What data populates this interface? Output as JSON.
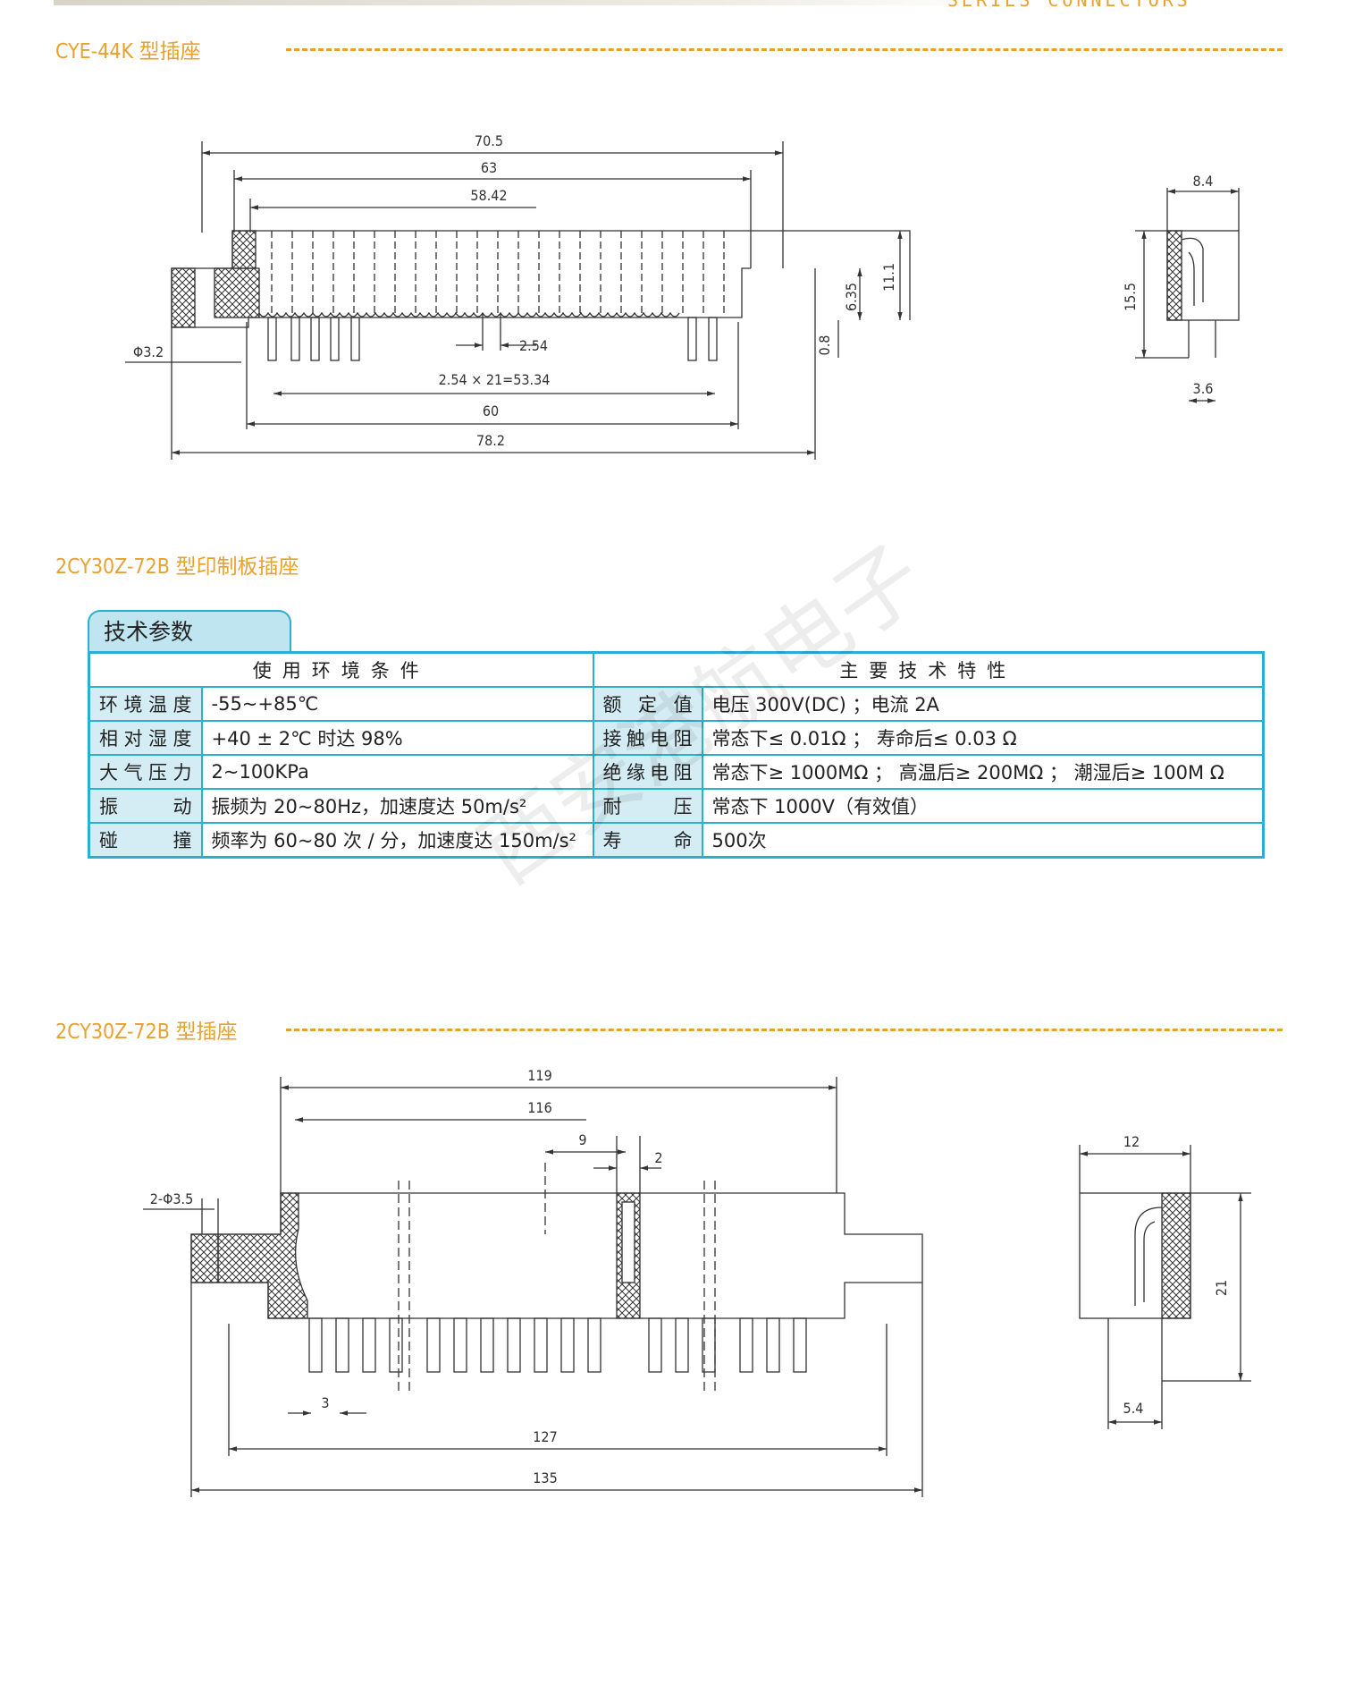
{
  "header": {
    "tag": "SERIES CONNECTORS"
  },
  "section1": {
    "title": "CYE-44K 型插座",
    "front_dims": {
      "d70_5": "70.5",
      "d63": "63",
      "d58_42": "58.42",
      "d2_54": "2.54",
      "pitch": "2.54 × 21=53.34",
      "d60": "60",
      "d78_2": "78.2",
      "phi": "Φ3.2",
      "h0_8": "0.8",
      "h6_35": "6.35",
      "h11_1": "11.1"
    },
    "side_dims": {
      "w8_4": "8.4",
      "h15_5": "15.5",
      "w3_6": "3.6"
    }
  },
  "section2": {
    "title": "2CY30Z-72B 型印制板插座",
    "spec_tab": "技术参数",
    "headers": {
      "left": "使用环境条件",
      "right": "主要技术特性"
    },
    "rows": [
      {
        "label": "环境温度",
        "value": "-55~+85℃",
        "label2": "额定值",
        "value2": "电压 300V(DC) ；电流 2A"
      },
      {
        "label": "相对湿度",
        "value": "+40 ± 2℃ 时达 98%",
        "label2": "接触电阻",
        "value2": "常态下≤ 0.01Ω ； 寿命后≤ 0.03 Ω"
      },
      {
        "label": "大气压力",
        "value": "2~100KPa",
        "label2": "绝缘电阻",
        "value2": "常态下≥ 1000MΩ ； 高温后≥ 200MΩ ； 潮湿后≥ 100M Ω"
      },
      {
        "label": "振动",
        "value": "振频为 20~80Hz，加速度达 50m/s²",
        "label2": "耐压",
        "value2": "常态下 1000V（有效值）"
      },
      {
        "label": "碰撞",
        "value": "频率为 60~80 次 / 分，加速度达 150m/s²",
        "label2": "寿命",
        "value2": "500次"
      }
    ],
    "watermark": "西安港航电子"
  },
  "section3": {
    "title": "2CY30Z-72B 型插座",
    "front_dims": {
      "d119": "119",
      "d116": "116",
      "d9": "9",
      "d2": "2",
      "phi": "2-Φ3.5",
      "d3": "3",
      "d127": "127",
      "d135": "135"
    },
    "side_dims": {
      "w12": "12",
      "h21": "21",
      "w5_4": "5.4"
    }
  },
  "colors": {
    "accent": "#e8a12e",
    "table_border": "#2aaed1",
    "table_fill": "#d4ecf4"
  }
}
